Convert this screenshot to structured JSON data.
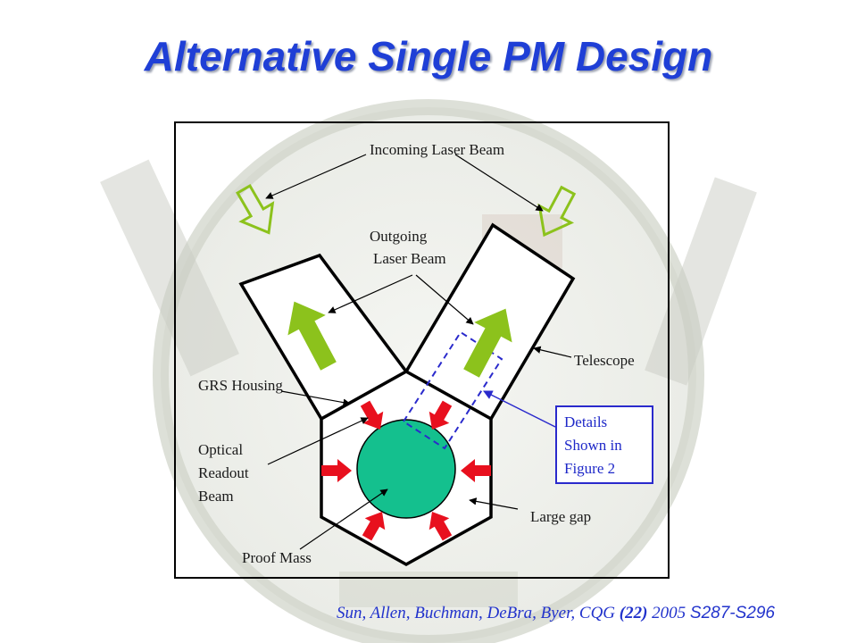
{
  "title": "Alternative Single PM Design",
  "labels": {
    "incoming_beam": "Incoming Laser Beam",
    "outgoing_beam_line1": "Outgoing",
    "outgoing_beam_line2": "Laser Beam",
    "telescope": "Telescope",
    "grs_housing": "GRS Housing",
    "optical_line1": "Optical",
    "optical_line2": "Readout",
    "optical_line3": "Beam",
    "large_gap": "Large gap",
    "proof_mass": "Proof Mass"
  },
  "details": {
    "line1": "Details",
    "line2": "Shown in",
    "line3": "Figure 2"
  },
  "citation": {
    "authors": "Sun, Allen, Buchman, DeBra, Byer, CQG",
    "volume": "(22)",
    "year": "2005",
    "pages": "S287-S296"
  },
  "colors": {
    "title": "#1f3fd6",
    "green_arrow": "#8cc21c",
    "red_arrow": "#e8101e",
    "proof_mass": "#14c08e",
    "blue_link": "#2a2acc"
  }
}
